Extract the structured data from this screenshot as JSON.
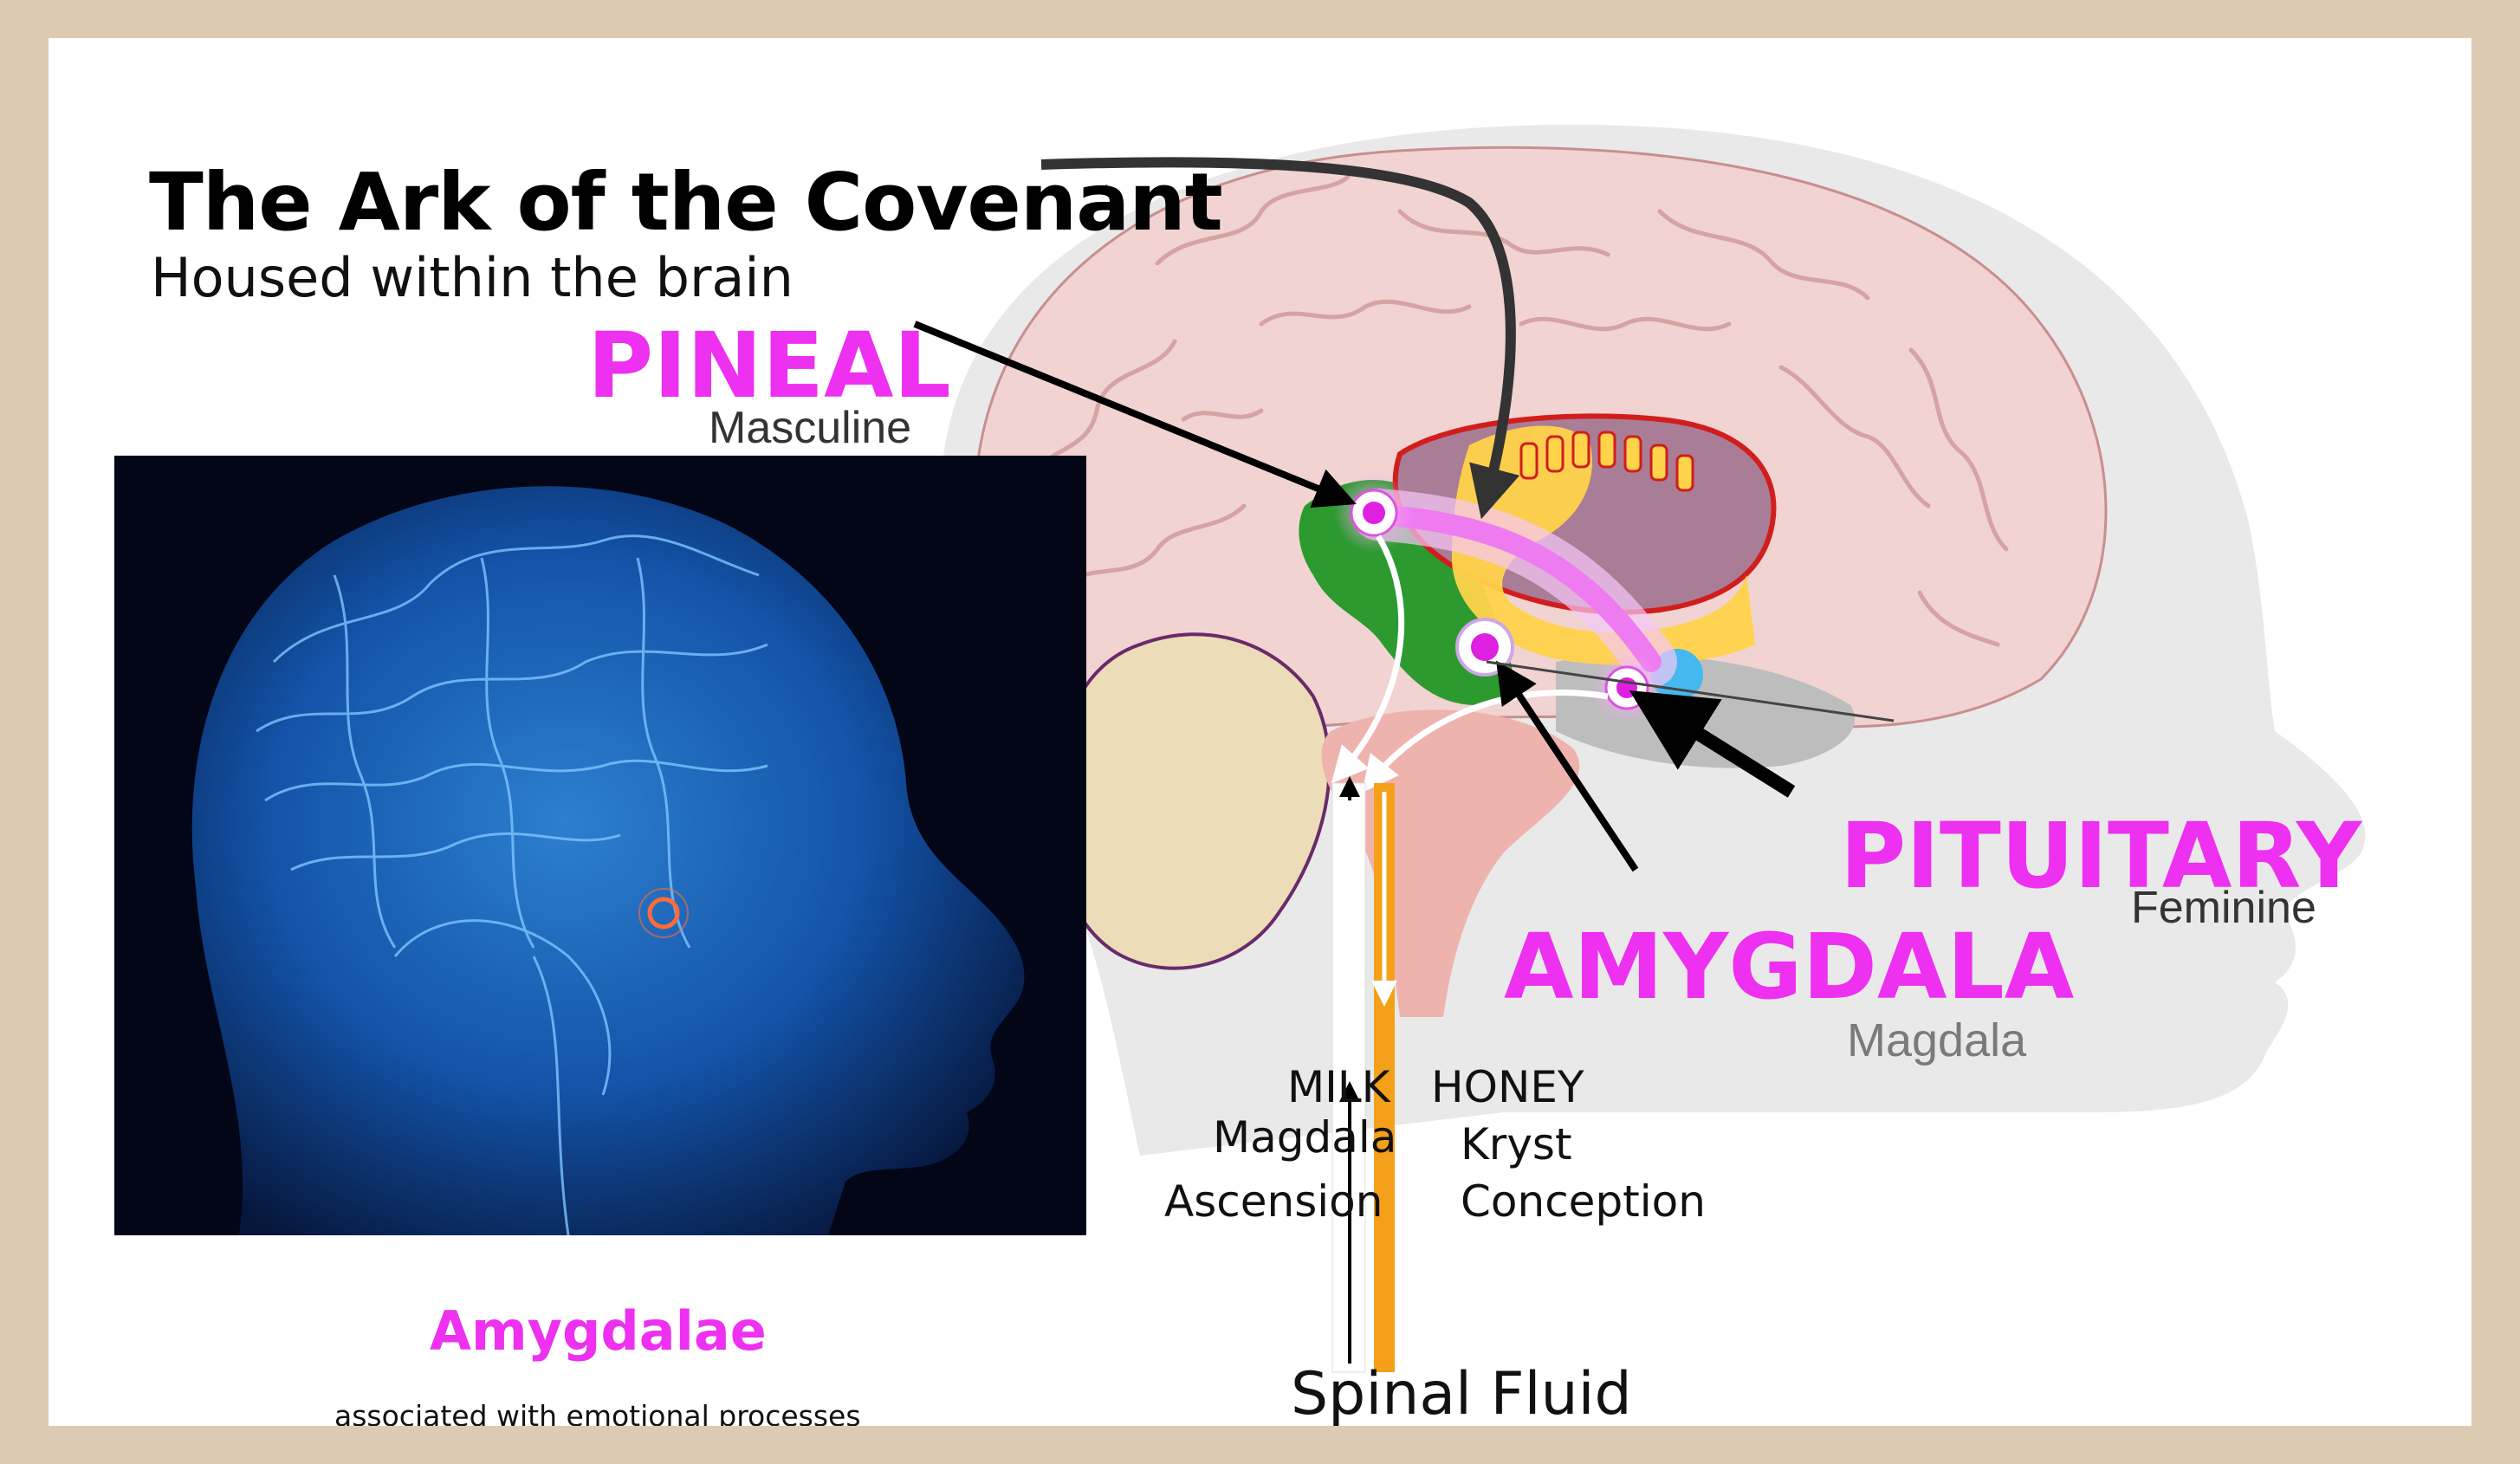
{
  "title": "The Ark of the Covenant",
  "subtitle": "Housed within the brain",
  "labels": {
    "pineal": "PINEAL",
    "pineal_sub": "Masculine",
    "pituitary": "PITUITARY",
    "pituitary_sub": "Feminine",
    "amygdala": "AMYGDALA",
    "amygdala_sub": "Magdala"
  },
  "spine": {
    "milk": "MILK",
    "honey": "HONEY",
    "left_1": "Magdala",
    "left_2": "Ascension",
    "right_1": "Kryst",
    "right_2": "Conception",
    "bottom": "Spinal Fluid"
  },
  "photo": {
    "caption": "Amygdalae",
    "note": "associated with emotional processes"
  },
  "colors": {
    "accent_pink": "#ee30f0",
    "frame": "#dccab3",
    "honey_channel": "#f5a01a"
  }
}
